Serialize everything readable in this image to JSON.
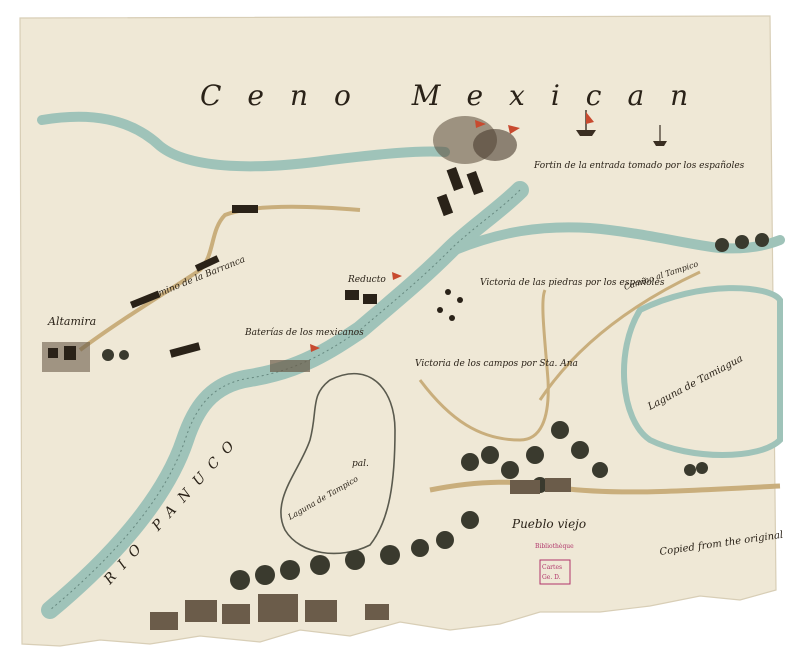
{
  "map": {
    "sea_title": "Ceno Mexican",
    "river_name": "RIO PANUCO",
    "places": {
      "altamira": "Altamira",
      "pueblo_viejo": "Pueblo viejo",
      "laguna_east": "Laguna de Tamiagua",
      "laguna_south": "Laguna de Tampico"
    },
    "annotations": {
      "fort_mouth": "Fortin de la entrada tomado por los españoles",
      "road_altamira": "camino de la Barranca",
      "batteries": "Baterías de los mexicanos",
      "reducto": "Reducto",
      "victory_rocks": "Victoria de las piedras por los españoles",
      "victory_road": "Victoria de los campos por Sta. Ana",
      "camino_east": "Camino al Tampico",
      "pal": "pal."
    },
    "stamp_lines": [
      "Bibliothèque",
      "Cartes",
      "Ge. D."
    ],
    "signature": "Copied from the original"
  },
  "colors": {
    "paper": "#efe8d6",
    "water": "#9fc3b9",
    "ink": "#2a2218",
    "road": "#c9ae7c",
    "flag_red": "#c84a2f",
    "stamp": "#b0346a"
  }
}
